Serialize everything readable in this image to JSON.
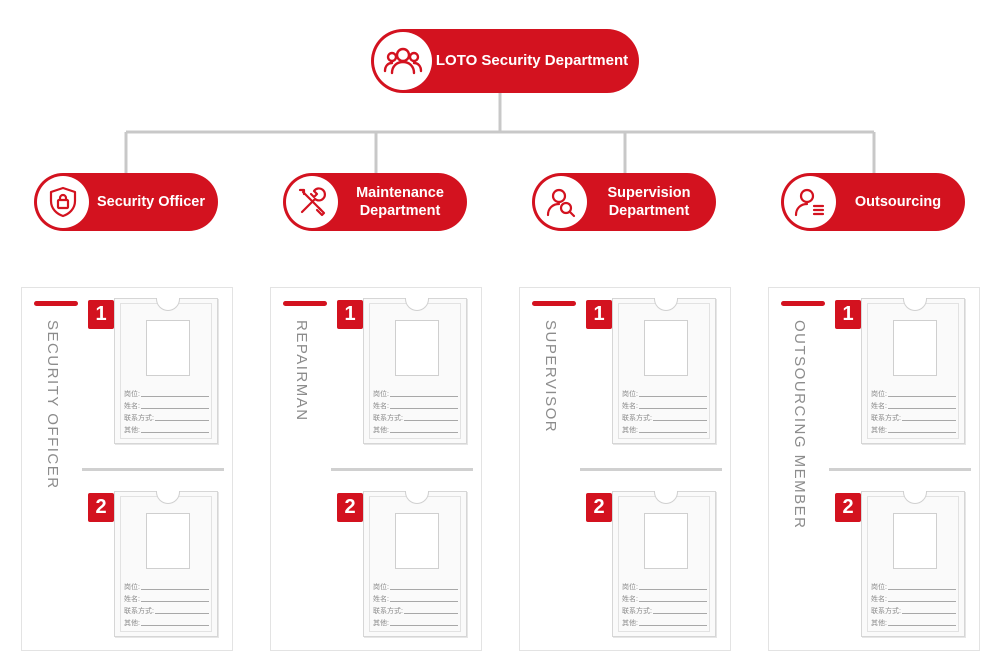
{
  "root": {
    "label": "LOTO Security Department",
    "icon": "group-users-icon"
  },
  "departments": [
    {
      "label_lines": [
        "Security Officer"
      ],
      "icon": "shield-lock-icon",
      "card_label": "SECURITY OFFICER"
    },
    {
      "label_lines": [
        "Maintenance",
        "Department"
      ],
      "icon": "wrench-screwdriver-icon",
      "card_label": "REPAIRMAN"
    },
    {
      "label_lines": [
        "Supervision",
        "Department"
      ],
      "icon": "user-search-icon",
      "card_label": "SUPERVISOR"
    },
    {
      "label_lines": [
        "Outsourcing"
      ],
      "icon": "user-list-icon",
      "card_label": "OUTSOURCING MEMBER"
    }
  ],
  "card_slots": [
    {
      "number": "1"
    },
    {
      "number": "2"
    }
  ],
  "id_fields": [
    "岗位:",
    "姓名:",
    "联系方式:",
    "其他:"
  ],
  "colors": {
    "accent": "#d3121f",
    "connector": "#c8c8c8",
    "card_text": "#8c8c8c"
  }
}
